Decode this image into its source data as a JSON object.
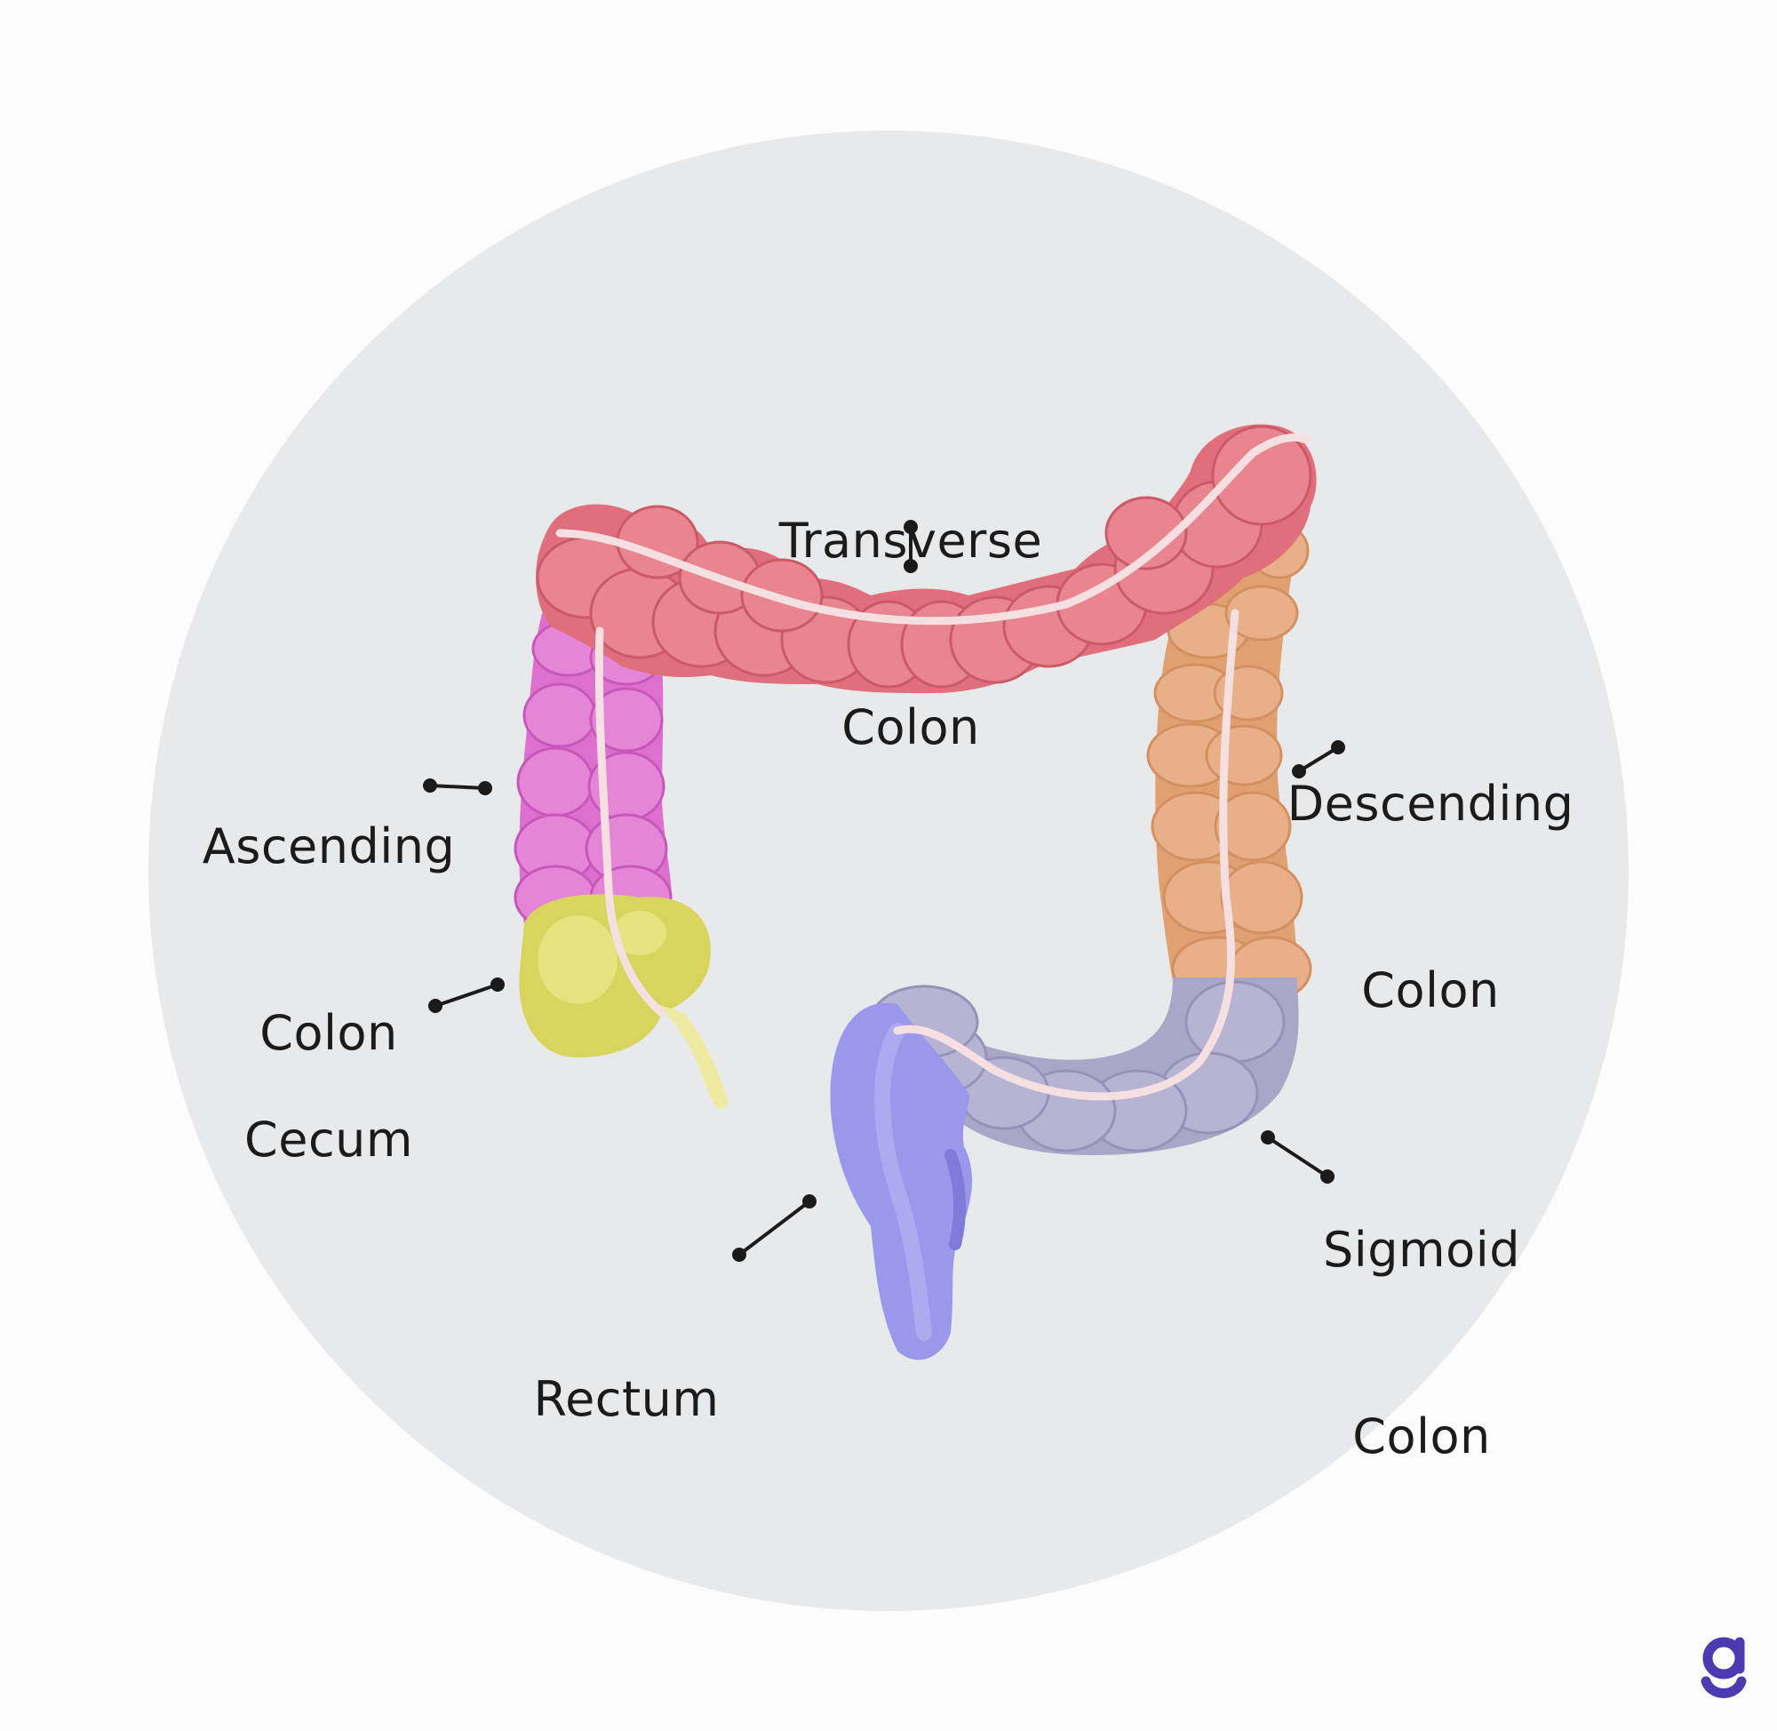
{
  "labels": {
    "transverse": {
      "line1": "Transverse",
      "line2": "Colon"
    },
    "ascending": {
      "line1": "Ascending",
      "line2": "Colon"
    },
    "descending": {
      "line1": "Descending",
      "line2": "Colon"
    },
    "cecum": {
      "line1": "Cecum"
    },
    "sigmoid": {
      "line1": "Sigmoid",
      "line2": "Colon"
    },
    "rectum": {
      "line1": "Rectum"
    }
  },
  "colors": {
    "background": "#fcfcfc",
    "circle": "#e8e9eb",
    "transverse": "#e06f7b",
    "ascending": "#dd6fcf",
    "descending": "#e0a070",
    "cecum": "#d9d45e",
    "sigmoid": "#a9a6c7",
    "rectum": "#9b98ec",
    "band": "#f6dfe0",
    "leader": "#1b1b1b",
    "brand": "#4b3ab0"
  },
  "brand": {
    "icon": "g-logo-icon"
  }
}
